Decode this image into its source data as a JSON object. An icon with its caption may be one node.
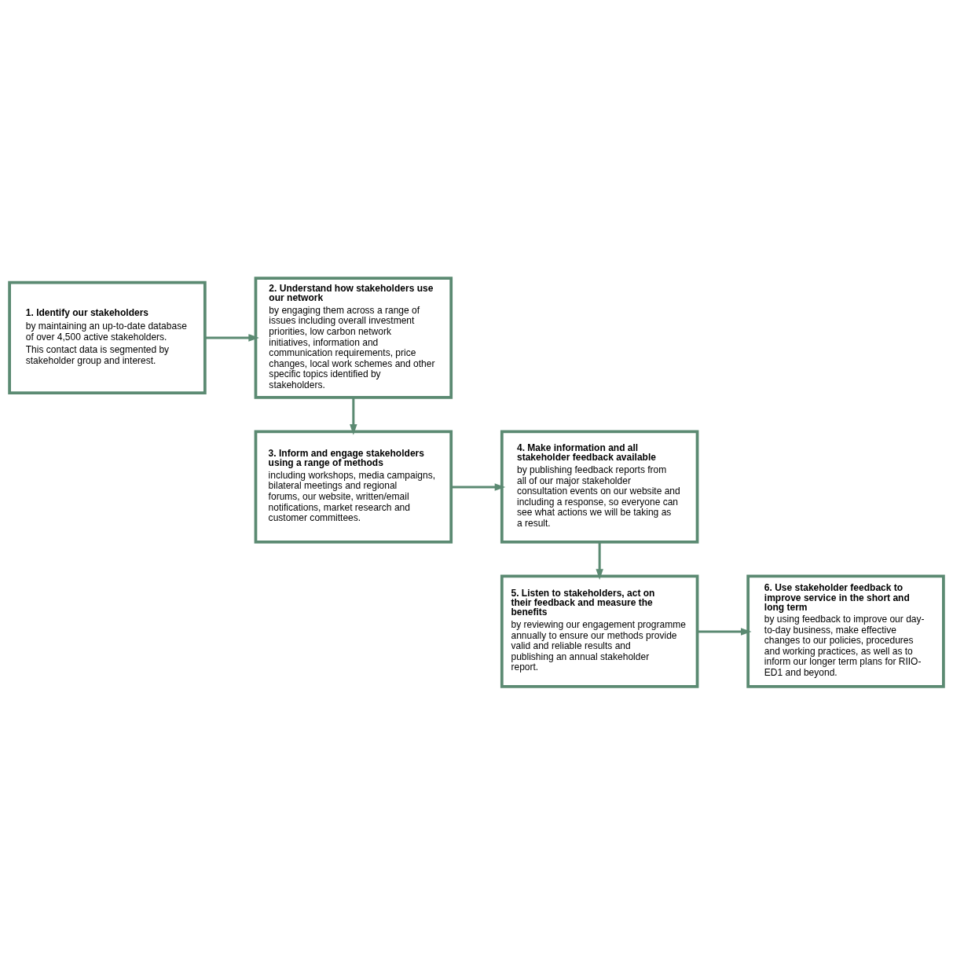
{
  "diagram": {
    "nodes": [
      {
        "text": [
          "1. Identify our stakeholders",
          "by maintaining an up-to-date database of over 4,500 active stakeholders.",
          "This contact data is segmented by stakeholder group and interest."
        ]
      },
      {
        "text": [
          "2. Understand how stakeholders use our network",
          "by engaging them across a range of issues including overall investment priorities, low carbon network initiatives, information and communication requirements, price changes, local work schemes and other specific topics identified by stakeholders."
        ]
      },
      {
        "text": [
          "3. Inform and engage stakeholders using a range of methods",
          "including workshops, media campaigns, bilateral meetings and regional forums, our website, written/email notifications, market research and customer committees."
        ]
      },
      {
        "text": [
          "4. Make information and all stakeholder feedback available",
          "by publishing feedback reports from all of our major stakeholder consultation events on our website and including a response, so everyone can see what actions we will be taking as a result."
        ]
      },
      {
        "text": [
          "5. Listen to stakeholders, act on their feedback and measure the benefits",
          "by reviewing our engagement programme annually to ensure our methods provide valid and reliable results and publishing an annual stakeholder report."
        ]
      },
      {
        "text": [
          "6. Use stakeholder feedback to improve service in the short and long term",
          "by using feedback to improve our day-to-day business, make effective changes to our policies, procedures and working practices, as well as to inform our longer term plans for RIIO-ED1 and beyond."
        ]
      }
    ],
    "edges": [
      {
        "from": 0,
        "to": 1,
        "arrow": "to"
      },
      {
        "from": 1,
        "to": 2,
        "arrow": "to"
      },
      {
        "from": 2,
        "to": 3,
        "arrow": "to"
      },
      {
        "from": 3,
        "to": 4,
        "arrow": "to"
      },
      {
        "from": 4,
        "to": 5,
        "arrow": "to"
      }
    ]
  }
}
